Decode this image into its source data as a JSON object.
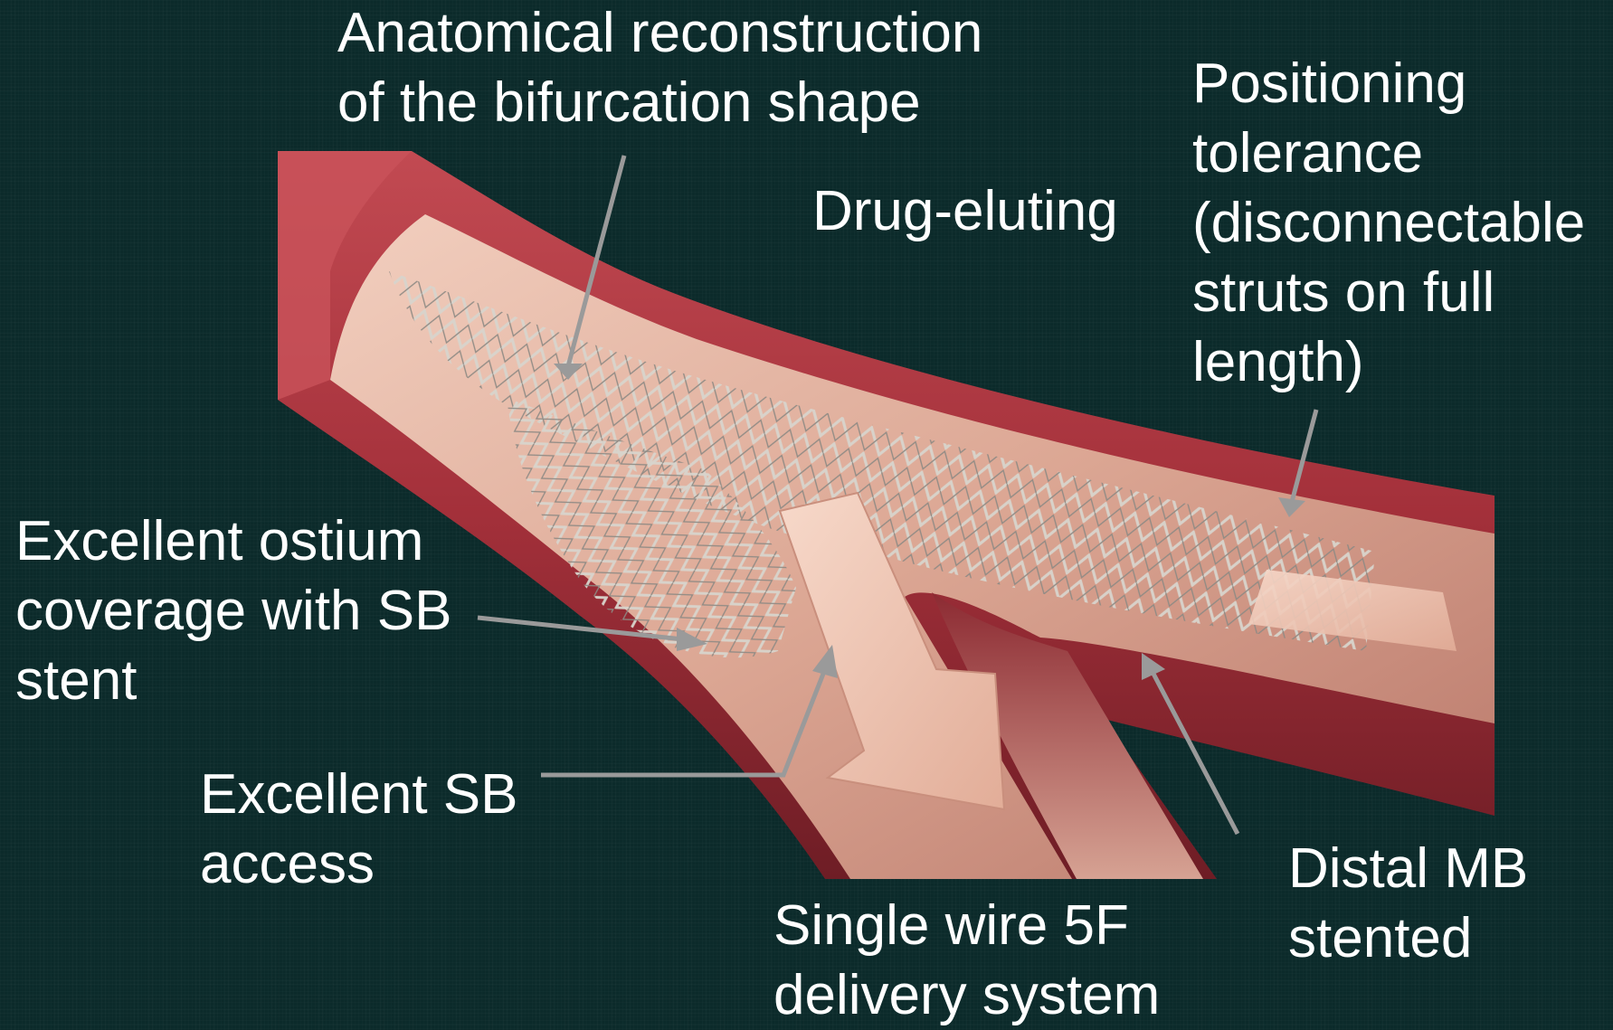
{
  "labels": {
    "anatomical": [
      "Anatomical reconstruction",
      "of the bifurcation shape"
    ],
    "drug": [
      "Drug-eluting"
    ],
    "positioning": [
      "Positioning",
      "tolerance",
      "(disconnectable",
      "struts on full",
      "length)"
    ],
    "ostium": [
      "Excellent ostium",
      "coverage with SB",
      "stent"
    ],
    "sb_access": [
      "Excellent SB",
      "access"
    ],
    "delivery": [
      "Single wire 5F",
      "delivery system"
    ],
    "distal": [
      "Distal MB",
      "stented"
    ]
  },
  "colors": {
    "background": "#0b2a2a",
    "vessel_wall": "#a3303a",
    "vessel_dark": "#6e1d25",
    "lumen": "#e6b6a4",
    "arrow_fill": "#f0c8b6",
    "stent_wire": "#d8d4cc",
    "callout_line": "#9a9a9a",
    "text": "#ffffff"
  }
}
